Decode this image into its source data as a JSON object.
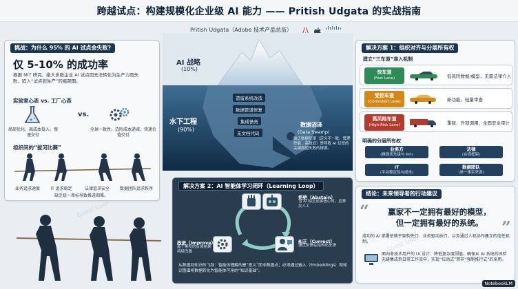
{
  "header": {
    "title": "跨越试点：构建规模化企业级 AI 能力 —— Pritish Udgata 的实战指南",
    "author": "Pritish Udgata（Adobe 技术产品总监）",
    "logos": [
      "Adobe",
      "Apple",
      "cisco"
    ]
  },
  "challenge": {
    "heading": "挑战：为什么 95% 的 AI 试点会失败?",
    "big_stat": "仅 5-10% 的成功率",
    "desc": "根据 MIT 研究，绝大多数企业 AI 试点因无法转化为生产力而失败，陷入“试点到生产”的瓶颈期。",
    "mindset_title": "实验室心态 vs. 工厂心态",
    "vs": "vs.",
    "lab_caption": "局部优化、高成本投入、慢速交付",
    "factory_caption": "全球一致性、边际成本递减、快速价值交付",
    "tug_title": "组织间的“拔河比赛”",
    "tug_roles": [
      "业务追求速度",
      "IT 追求稳定",
      "法律追求安全",
      "数据团队追求秩序"
    ],
    "tug_caption": "缺乏统一目标导致推进困难。"
  },
  "iceberg": {
    "ai_strategy": "AI 战略",
    "ai_strategy_pct": "(10%)",
    "underwater": "水下工程",
    "underwater_pct": "(90%)",
    "items": [
      "遗留系统改造",
      "数据管道修复",
      "集成债务",
      "无文档代码"
    ],
    "swamp_title": "数据沼泽",
    "swamp_en": "(Data Swamp)",
    "swamp_desc": "缺乏数据纪律（定义不一致、管理职能、高鼓迟）是导致 AI 幻觉的关键原因失败的根源。"
  },
  "learning_loop": {
    "heading": "解决方案 2：AI 智能体学习闭环（Learning Loop）",
    "abstain": "拒绝（Abstain）",
    "abstain_desc": "当 AI 缺乏足够信心时，应移交人工",
    "correct": "纠正（Correct）",
    "correct_desc": "通过反馈在结构化反馈",
    "improve": "改进（Improve）",
    "improve_desc": "基于累积的反馈结果持续改善",
    "footer": "从数据到知识的飞跃：智能体理解的是“意义”而非数据点；必须通过嵌入（Embeddings）和知识图谱将数据转化为智能体可用的“知识基础”。"
  },
  "solution1": {
    "heading": "解决方案 1：组织对齐与分层所有权",
    "lanes_title": "建立“三车道”准入机制",
    "lanes": [
      {
        "name": "快车道",
        "en": "(Fast Lane)",
        "desc": "低风险数据/模型，无需法律介入",
        "color": "#2e8b57"
      },
      {
        "name": "受控车道",
        "en": "(Controlled Lane)",
        "desc": "新功能，轻量审查",
        "color": "#d4881a"
      },
      {
        "name": "高风险车道",
        "en": "(High-Risk Lane)",
        "desc": "重磅、外部调用，全面安全审计",
        "color": "#b23a2e"
      }
    ],
    "ownership_title": "明确的分层所有权",
    "owners": [
      {
        "name": "业务方",
        "sub": "(推测优先级与 KPI)"
      },
      {
        "name": "法律",
        "sub": "(合规框架)"
      },
      {
        "name": "IT",
        "sub": "(平台稳定性与成本)"
      },
      {
        "name": "数据团队",
        "sub": "(单一事实来源)"
      }
    ]
  },
  "conclusion": {
    "heading": "结论：未来领导者的行动建议",
    "quote_line1": "赢家不一定拥有最好的模型，",
    "quote_line2": "但一定拥有最好的系统。",
    "para1": "成功的 AI 部署依赖于架构先行、业务驱动执行、以及通过人机协作建立的信任机制。",
    "para2": "面向非技术用户的 UI 设计：降低复杂度阈值，确保从 AI 系统的体验无缝集成到日常工作流中，实现“拉动式”而非“强制推行式”的采用。"
  },
  "badge": "NotebookLM",
  "watermark": "Guest User"
}
